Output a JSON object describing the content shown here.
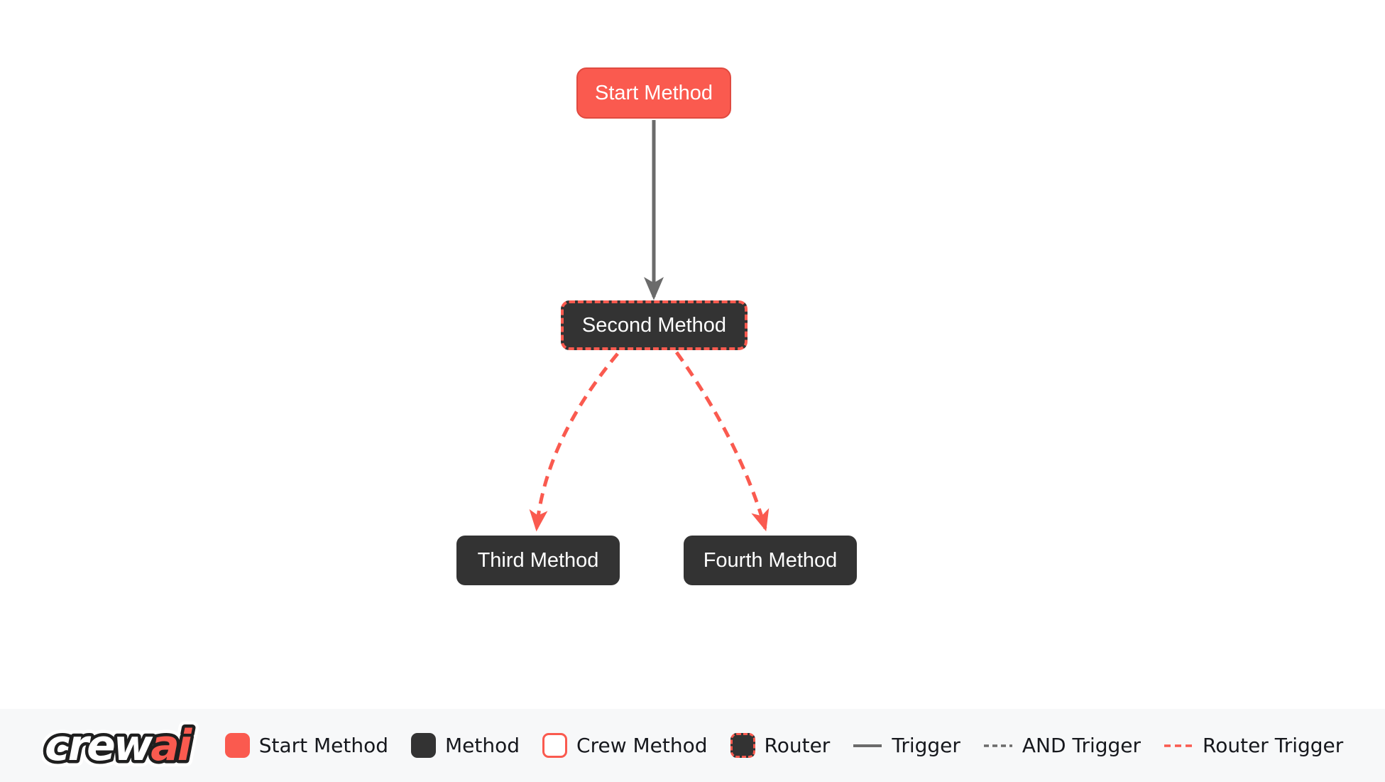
{
  "theme": {
    "red": "#FA5A4F",
    "red-border": "#E04A40",
    "dark": "#333333",
    "gray": "#6B6B6B",
    "legend-bg": "#F7F8F9",
    "text": "#16181D"
  },
  "diagram": {
    "nodes": [
      {
        "id": "start_method",
        "label": "Start Method",
        "type": "start"
      },
      {
        "id": "second_method",
        "label": "Second Method",
        "type": "router"
      },
      {
        "id": "third_method",
        "label": "Third Method",
        "type": "method"
      },
      {
        "id": "fourth_method",
        "label": "Fourth Method",
        "type": "method"
      }
    ],
    "edges": [
      {
        "from": "start_method",
        "to": "second_method",
        "type": "trigger"
      },
      {
        "from": "second_method",
        "to": "third_method",
        "type": "router-trigger"
      },
      {
        "from": "second_method",
        "to": "fourth_method",
        "type": "router-trigger"
      }
    ]
  },
  "legend": {
    "logo": {
      "part1": "crew",
      "part2": "ai"
    },
    "items": [
      {
        "label": "Start Method",
        "swatch": "start-node"
      },
      {
        "label": "Method",
        "swatch": "method-node"
      },
      {
        "label": "Crew Method",
        "swatch": "crew-node"
      },
      {
        "label": "Router",
        "swatch": "router-node"
      },
      {
        "label": "Trigger",
        "swatch": "solid-gray-line"
      },
      {
        "label": "AND Trigger",
        "swatch": "dashed-gray-line"
      },
      {
        "label": "Router Trigger",
        "swatch": "dashed-red-line"
      }
    ]
  }
}
